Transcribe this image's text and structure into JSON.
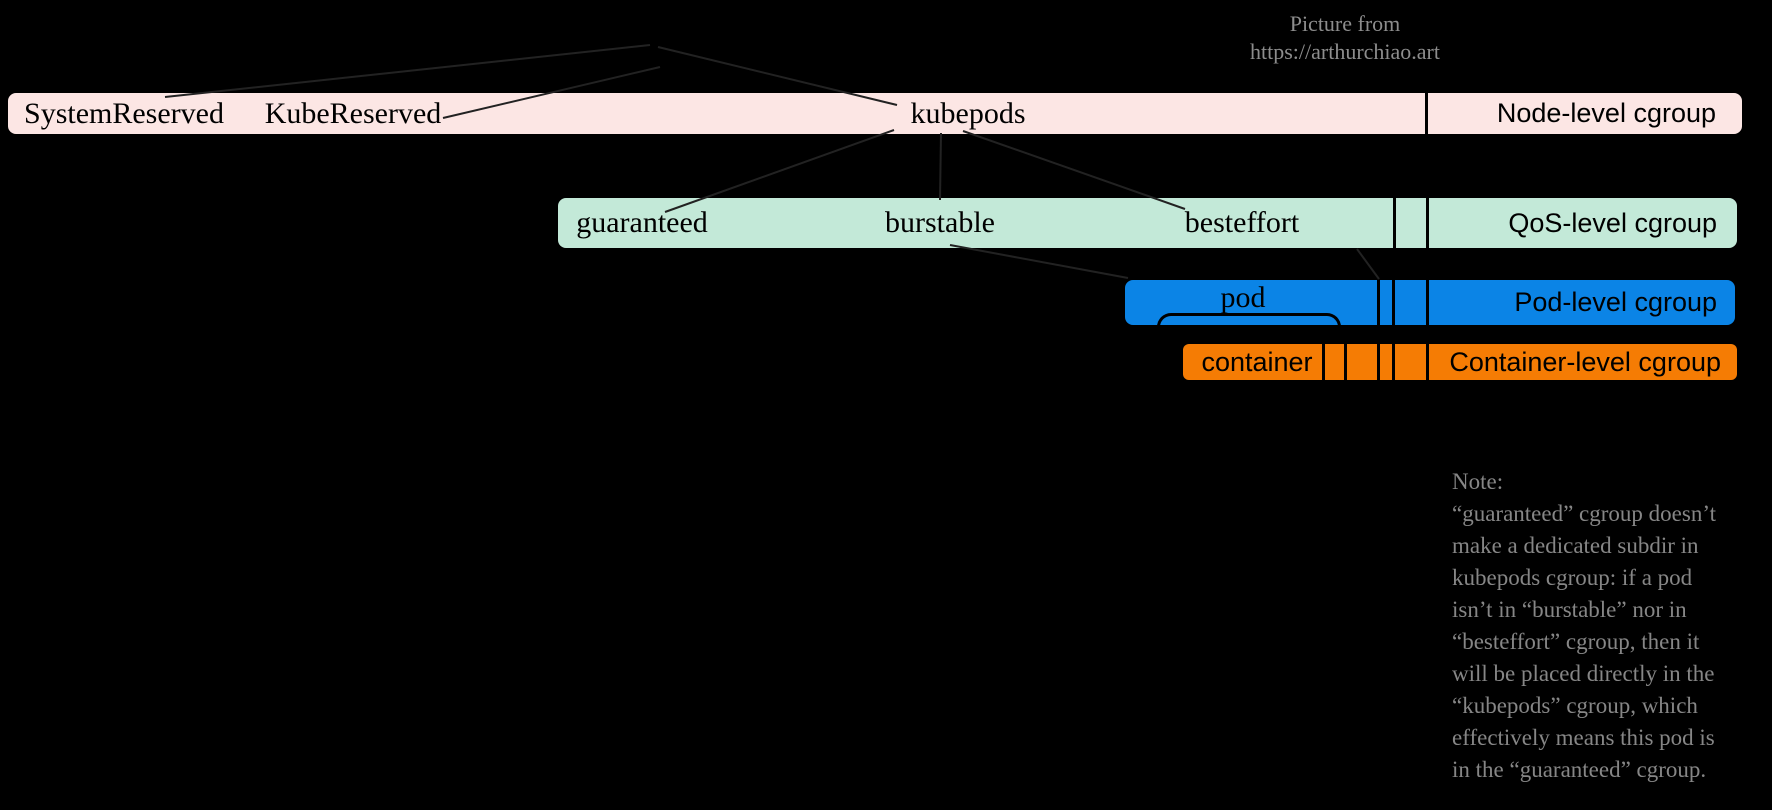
{
  "attribution": {
    "line1": "Picture from",
    "line2": "https://arthurchiao.art"
  },
  "bars": {
    "node": {
      "color": "#fce6e4",
      "items": [
        "SystemReserved",
        "KubeReserved",
        "kubepods"
      ],
      "level_label": "Node-level cgroup"
    },
    "qos": {
      "color": "#c3e9d8",
      "items": [
        "guaranteed",
        "burstable",
        "besteffort"
      ],
      "level_label": "QoS-level cgroup"
    },
    "pod": {
      "color": "#0b84e6",
      "items": [
        "pod"
      ],
      "level_label": "Pod-level cgroup"
    },
    "container": {
      "color": "#f57c04",
      "items": [
        "container"
      ],
      "level_label": "Container-level cgroup"
    }
  },
  "note": {
    "text": "Note:\n“guaranteed” cgroup doesn’t\nmake a dedicated subdir in\nkubepods cgroup: if a pod\nisn’t in “burstable” nor in\n“besteffort” cgroup, then it\nwill be placed directly in the\n“kubepods” cgroup, which\neffectively means this pod is\nin the “guaranteed” cgroup."
  },
  "line_color": "#222222"
}
